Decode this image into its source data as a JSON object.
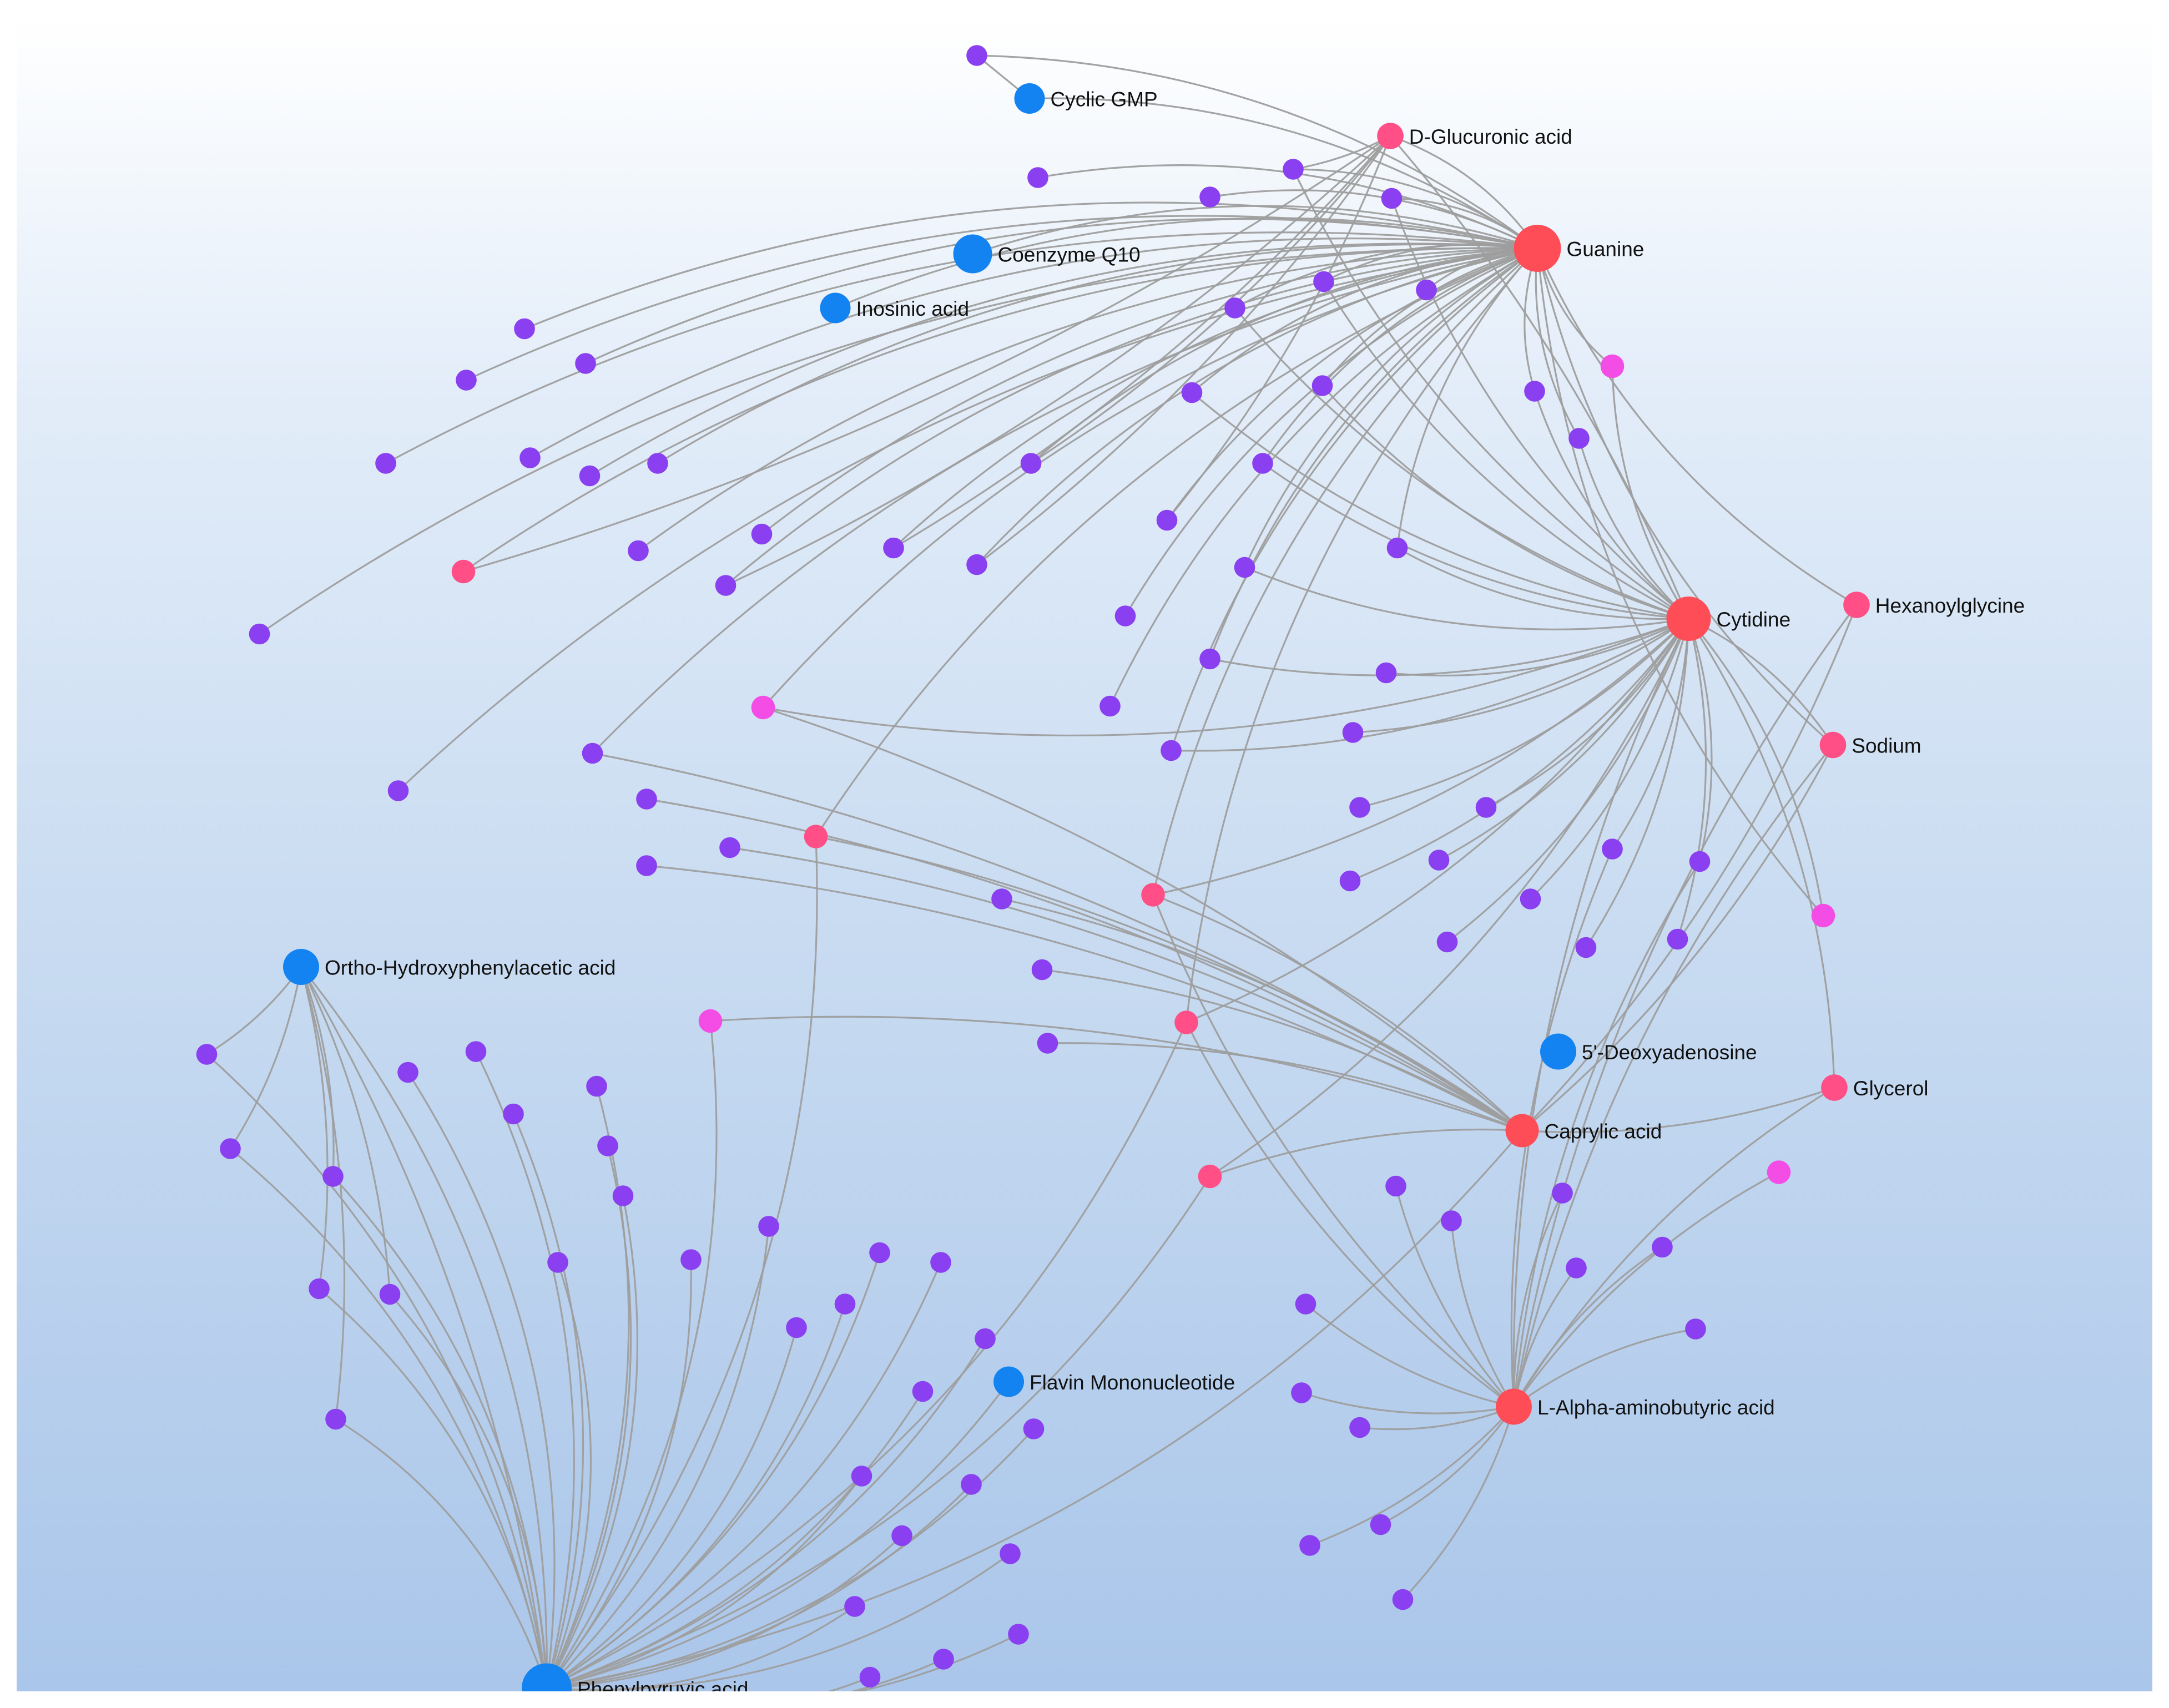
{
  "colors": {
    "leaf": "#8a3ff0",
    "hub": "#ff4d58",
    "pink": "#ff4f86",
    "magenta": "#f34de6",
    "blue": "#1283f0",
    "edge": "#9e9e9e"
  },
  "labels": {
    "cyclic_gmp": "Cyclic GMP",
    "d_glucuronic": "D-Glucuronic acid",
    "guanine": "Guanine",
    "coenzyme_q10": "Coenzyme Q10",
    "inosinic": "Inosinic acid",
    "cytidine": "Cytidine",
    "hexanoylglycine": "Hexanoylglycine",
    "sodium": "Sodium",
    "ortho_hpa": "Ortho-Hydroxyphenylacetic acid",
    "deoxyadenosine": "5'-Deoxyadenosine",
    "glycerol": "Glycerol",
    "caprylic": "Caprylic acid",
    "flavin": "Flavin Mononucleotide",
    "l_aaba": "L-Alpha-aminobutyric acid",
    "phenylpyruvic": "Phenylpyruvic acid"
  }
}
